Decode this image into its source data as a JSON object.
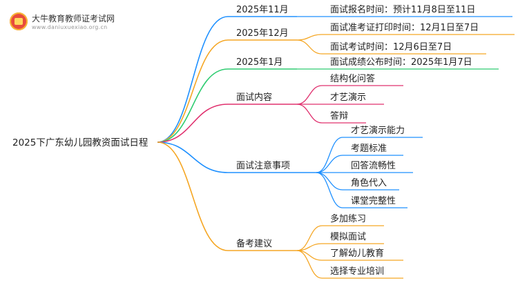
{
  "logo": {
    "title": "大牛教育教师证考试网",
    "url": "www.daniuxuexiao.org.cn"
  },
  "root": "2025下广东幼儿园教资面试日程",
  "colors": {
    "blue": "#1e90ff",
    "orange": "#f5a623",
    "green": "#2ecc71",
    "magenta": "#e0306e"
  },
  "branches": [
    {
      "id": "b1",
      "label": "2025年11月",
      "color": "blue",
      "children": [
        "面试报名时间：预计11月8日至11日"
      ]
    },
    {
      "id": "b2",
      "label": "2025年12月",
      "color": "orange",
      "children": [
        "面试准考证打印时间：12月1日至7日",
        "面试考试时间：12月6日至7日"
      ]
    },
    {
      "id": "b3",
      "label": "2025年1月",
      "color": "green",
      "children": [
        "面试成绩公布时间：2025年1月7日"
      ]
    },
    {
      "id": "b4",
      "label": "面试内容",
      "color": "magenta",
      "children": [
        "结构化问答",
        "才艺演示",
        "答辩"
      ]
    },
    {
      "id": "b5",
      "label": "面试注意事项",
      "color": "blue",
      "children": [
        "才艺演示能力",
        "考题标准",
        "回答流畅性",
        "角色代入",
        "课堂完整性"
      ]
    },
    {
      "id": "b6",
      "label": "备考建议",
      "color": "orange",
      "children": [
        "多加练习",
        "模拟面试",
        "了解幼儿教育",
        "选择专业培训"
      ]
    }
  ]
}
